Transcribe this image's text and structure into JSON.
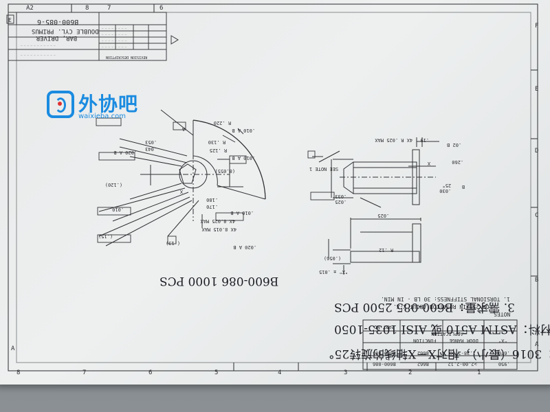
{
  "watermark": {
    "name": "外协吧",
    "url": "waixieba.com"
  },
  "border_zones": {
    "top": [
      "A2",
      "8",
      "7",
      "6"
    ],
    "bottom": [
      "8",
      "7",
      "6",
      "5",
      "4",
      "3",
      "2",
      "1"
    ],
    "right": [
      "F",
      "E",
      "D",
      "C",
      "B",
      "A"
    ],
    "left": [
      "A"
    ]
  },
  "title_block": {
    "part_no": "B600-085-6",
    "title_line1": "DOUBLE CYL. PRIMUS",
    "title_line2": "BAR, DRIVER",
    "revisions_label": "REVISION DESCRIPTION"
  },
  "notes": {
    "header": "NOTES",
    "note1": "1. TORSIONAL STIFFNESS: 30 LB - IN MIN.",
    "note1b": "FOR 25°/IN ROTATION ABOUT X-X."
  },
  "application_table": {
    "title": "APPLICATION",
    "headers": [
      "PART NO",
      "FUNCTION",
      "DOOR RANGE",
      "\"X\""
    ],
    "rows": [
      [
        "B600-085",
        "B662",
        "1.38-2.00",
        ".670"
      ],
      [
        "B600-086",
        "B662",
        ">2.00-2.12",
        ".950"
      ]
    ]
  },
  "dimensions": {
    "d1": "4X 8.015 MAX",
    "d2": "4X 8.025 MAX",
    "d3": ".170",
    "d4": ".180",
    "d5": "(8.055)",
    "d6": "R .125",
    "d7": "R .130",
    "d8": "R .220",
    "d9": ".043",
    "d10": ".053",
    "d11": ".010",
    "d12": "(.120)",
    "d13": "(.13)",
    "d14": "(.15)",
    "d15": "25°",
    "d16": ".030",
    "d17": ".025",
    "d18": ".033",
    "d19": ".260",
    "d20": ".19",
    "d21": "4X R .025 MAX",
    "d22": "SEE NOTE 1",
    "d23": "\"X\" ± .015",
    "d24": "(.056)",
    "d25": ".025",
    "d26": "X",
    "d27": "X",
    "d28": "A",
    "d29": "B",
    "fcf1": ".020 A B",
    "fcf2": ".010 A B",
    "fcf3": ".010 A B",
    "fcf4": ".010 A B",
    "fcf5": ".010 A B",
    "fcf6": ".020 A B",
    "fcf7": ".02 B",
    "fcf8": "R .12"
  },
  "handwritten": {
    "line1": "1. 扭转钢度：3016（最小），相对X－X轴线的旋转25°",
    "line2": "2. 材料：ASTM A510 或 AISI 1035-1050",
    "line3": "3. 需求量：B600-085  2500 PCS",
    "line4": "B600-086  1000 PCS"
  }
}
